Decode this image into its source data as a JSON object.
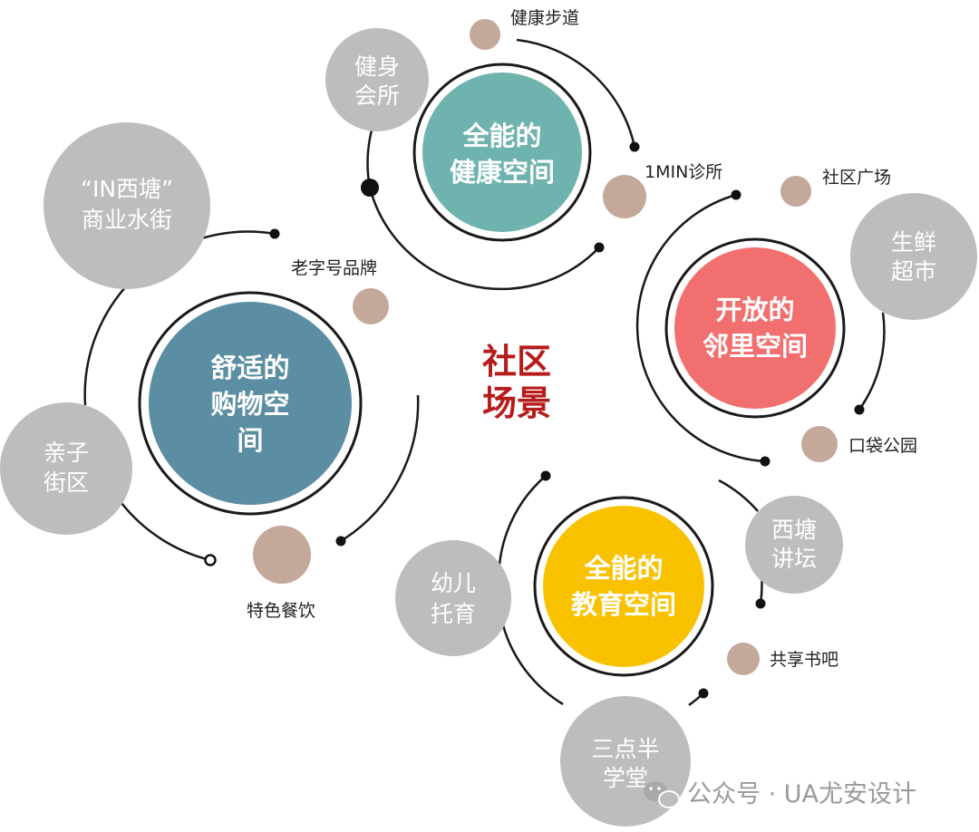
{
  "center": {
    "line1": "社区",
    "line2": "场景"
  },
  "colors": {
    "health": "#6fb3ae",
    "shopping": "#5b8ea3",
    "neighbor": "#f26f6f",
    "education": "#f9c200",
    "satellite": "#bdbdbd",
    "small_dot": "#c4a89a",
    "center_text": "#b71c1c"
  },
  "hubs": {
    "health": {
      "line1": "全能的",
      "line2": "健康空间"
    },
    "shopping": {
      "line1": "舒适的",
      "line2": "购物空",
      "line3": "间"
    },
    "neighbor": {
      "line1": "开放的",
      "line2": "邻里空间"
    },
    "education": {
      "line1": "全能的",
      "line2": "教育空间"
    }
  },
  "satellites": {
    "fitness": {
      "line1": "健身",
      "line2": "会所"
    },
    "street": {
      "line1": "“IN西塘”",
      "line2": "商业水街"
    },
    "family": {
      "line1": "亲子",
      "line2": "街区"
    },
    "market": {
      "line1": "生鲜",
      "line2": "超市"
    },
    "forum": {
      "line1": "西塘",
      "line2": "讲坛"
    },
    "nursery": {
      "line1": "幼儿",
      "line2": "托育"
    },
    "afterschool": {
      "line1": "三点半",
      "line2": "学堂"
    }
  },
  "labels": {
    "trail": "健康步道",
    "clinic": "1MIN诊所",
    "brand": "老字号品牌",
    "food": "特色餐饮",
    "plaza": "社区广场",
    "park": "口袋公园",
    "books": "共享书吧"
  },
  "watermark": {
    "text": "公众号 · UA尤安设计",
    "icon": "wechat-icon"
  }
}
